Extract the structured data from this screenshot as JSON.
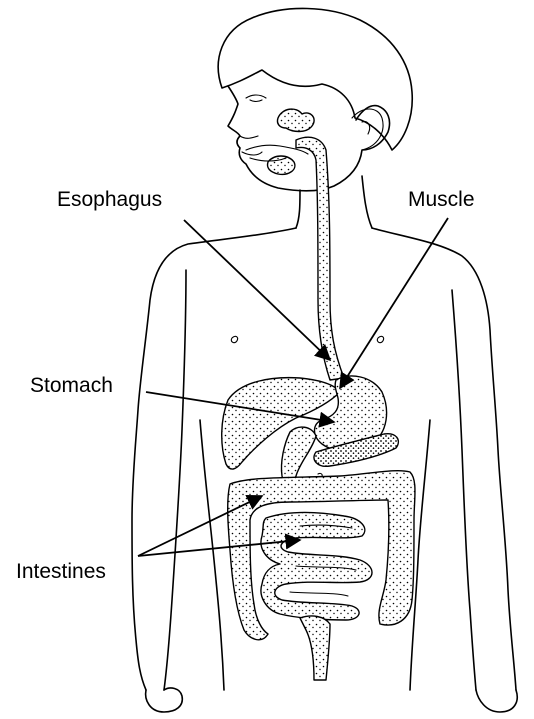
{
  "labels": {
    "esophagus": "Esophagus",
    "muscle": "Muscle",
    "stomach": "Stomach",
    "intestines": "Intestines"
  },
  "colors": {
    "ink": "#000000",
    "background": "#ffffff"
  }
}
